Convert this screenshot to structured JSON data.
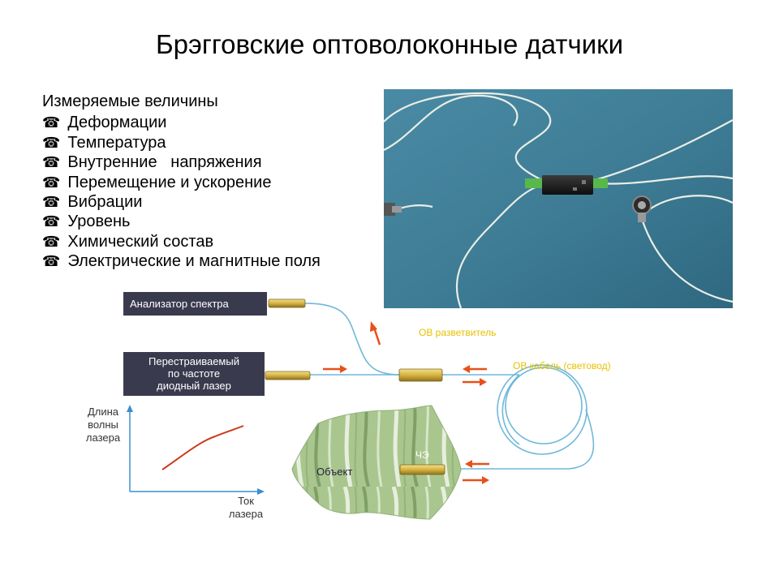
{
  "title": "Брэгговские оптоволоконные датчики",
  "measured": {
    "heading": "Измеряемые величины",
    "bullet_icon": "phone-icon",
    "items": [
      "Деформации",
      "Температура",
      "Внутренние   напряжения",
      "Перемещение и ускорение",
      "Вибрации",
      "Уровень",
      "Химический состав",
      "Электрические и магнитные поля"
    ]
  },
  "diagram": {
    "analyzer": "Анализатор спектра",
    "laser_lines": [
      "Перестраиваемый",
      "по частоте",
      "диодный лазер"
    ],
    "splitter": "ОВ разветвитель",
    "cable": "ОВ кабель (световод)",
    "sensor": "ЧЭ",
    "object": "Объект",
    "y_axis_lines": [
      "Длина",
      "волны",
      "лазера"
    ],
    "x_axis_lines": [
      "Ток",
      "лазера"
    ],
    "colors": {
      "fiber": "#6fb8d9",
      "arrow": "#e8501a",
      "box": "#3a3a4f",
      "label_yellow": "#e8c100",
      "curve": "#cc3a1a",
      "object": "#a9c68e"
    }
  }
}
